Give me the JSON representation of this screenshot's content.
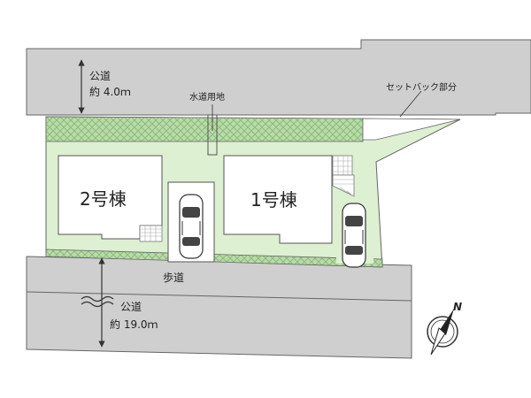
{
  "roads": {
    "north": {
      "label": "公道",
      "width": "約 4.0ｍ"
    },
    "south": {
      "label": "公道",
      "width": "約 19.0ｍ"
    },
    "sidewalk": "歩道"
  },
  "buildings": [
    {
      "label": "2号棟"
    },
    {
      "label": "1号棟"
    }
  ],
  "annotations": {
    "water": "水道用地",
    "setback": "セットバック部分"
  },
  "compass": {
    "north_label": "N"
  },
  "colors": {
    "road": "#cfcfcf",
    "lot": "#ddf0d2",
    "setback": "#b8dca8",
    "building": "#ffffff",
    "outline": "#555555"
  }
}
